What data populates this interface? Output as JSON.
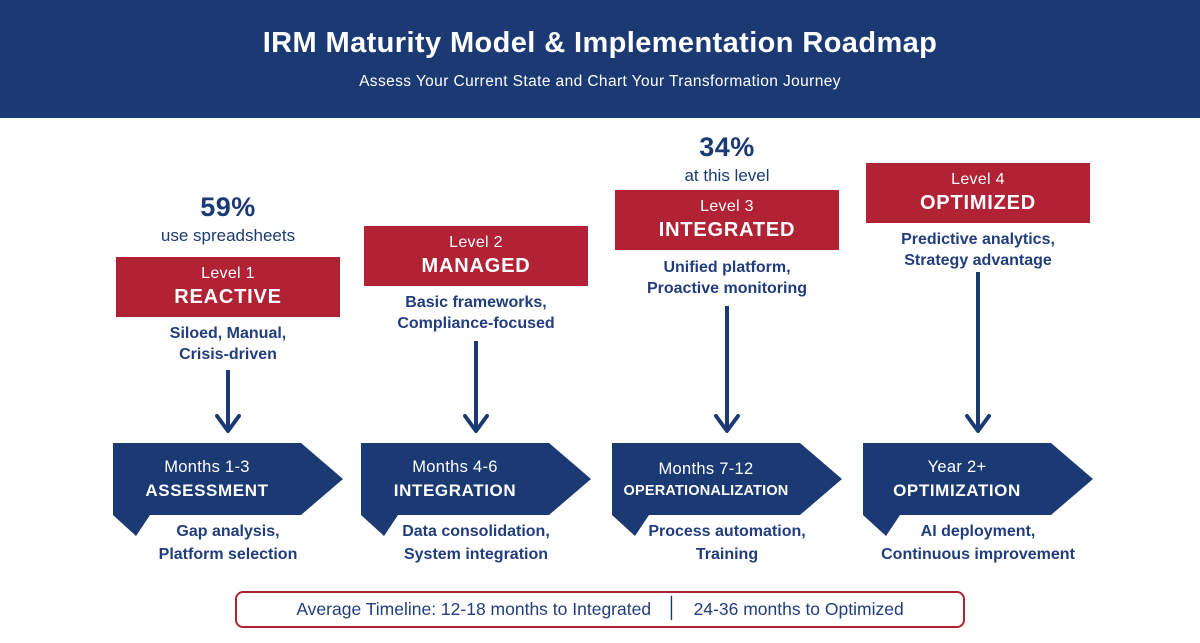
{
  "header": {
    "title": "IRM Maturity Model & Implementation Roadmap",
    "subtitle": "Assess Your Current State and Chart Your Transformation Journey"
  },
  "columns": [
    {
      "stat_value": "59%",
      "stat_label": "use spreadsheets",
      "level_label": "Level 1",
      "level_name": "REACTIVE",
      "desc_line1": "Siloed, Manual,",
      "desc_line2": "Crisis-driven",
      "phase_period": "Months 1-3",
      "phase_name": "ASSESSMENT",
      "activity_line1": "Gap analysis,",
      "activity_line2": "Platform selection"
    },
    {
      "level_label": "Level 2",
      "level_name": "MANAGED",
      "desc_line1": "Basic frameworks,",
      "desc_line2": "Compliance-focused",
      "phase_period": "Months 4-6",
      "phase_name": "INTEGRATION",
      "activity_line1": "Data consolidation,",
      "activity_line2": "System integration"
    },
    {
      "stat_value": "34%",
      "stat_label": "at this level",
      "level_label": "Level 3",
      "level_name": "INTEGRATED",
      "desc_line1": "Unified platform,",
      "desc_line2": "Proactive monitoring",
      "phase_period": "Months 7-12",
      "phase_name": "OPERATIONALIZATION",
      "activity_line1": "Process automation,",
      "activity_line2": "Training"
    },
    {
      "level_label": "Level 4",
      "level_name": "OPTIMIZED",
      "desc_line1": "Predictive analytics,",
      "desc_line2": "Strategy advantage",
      "phase_period": "Year 2+",
      "phase_name": "OPTIMIZATION",
      "activity_line1": "AI deployment,",
      "activity_line2": "Continuous improvement"
    }
  ],
  "timeline": {
    "part1": "Average Timeline: 12-18 months to Integrated",
    "separator": "│",
    "part2": "24-36 months to Optimized"
  },
  "colors": {
    "navy": "#1b3a73",
    "red": "#b02234",
    "text_navy": "#223d7c"
  }
}
